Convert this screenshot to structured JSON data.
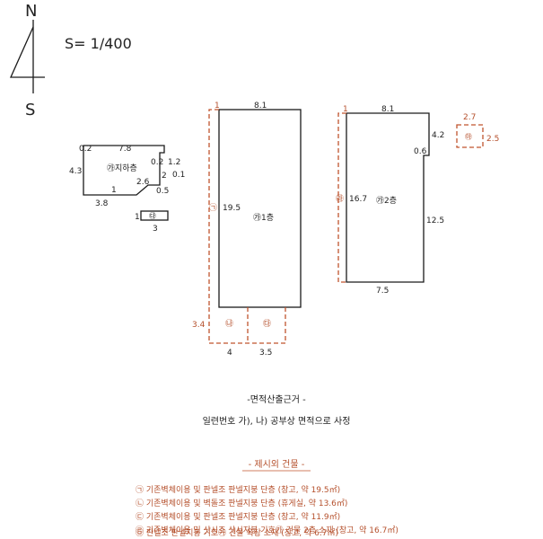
{
  "north": "N",
  "south": "S",
  "scale": "S= 1/400",
  "basement": {
    "label": "㉮지하층",
    "dims": [
      "0.2",
      "7.8",
      "0.2",
      "1.2",
      "4.3",
      "2",
      "0.1",
      "1",
      "2.6",
      "0.5",
      "3.8"
    ]
  },
  "small_block": {
    "label": "㉰",
    "dims": [
      "1",
      "3"
    ]
  },
  "floor1": {
    "label": "㉮1층",
    "dims": [
      "1",
      "8.1",
      "19.5",
      "3.4",
      "4",
      "3.5"
    ],
    "ext_a": "㉯",
    "ext_b": "㉰"
  },
  "floor2": {
    "label": "㉮2층",
    "dims": [
      "1",
      "8.1",
      "4.2",
      "0.6",
      "16.7",
      "12.5",
      "7.5"
    ],
    "ext": "㉱"
  },
  "roof": {
    "label": "㉲",
    "dims": [
      "2.7",
      "2.5"
    ]
  },
  "basis": {
    "title": "-면적산출근거 -",
    "text": "일련번호 가), 나) 공부상 면적으로 사정"
  },
  "excluded": {
    "title": "- 제시외 건물 -",
    "items": [
      "㉠ 기존벽체이용 및 판넬조 판넬지붕 단층 (창고, 약 19.5㎡)",
      "㉡ 기존벽체이용 및 벽돌조 판넬지붕 단층 (휴게실, 약 13.6㎡)",
      "㉢ 기존벽체이용 및 판넬조 판넬지붕 단층 (창고, 약 11.9㎡)",
      "㉣ 기존벽체이용 및 샷시조 샷시지붕 기호㉮ 건물 2층 소재 (창고, 약 16.7㎡)",
      "㉤ 판넬조 판넬지붕 기호㉮ 건물 옥상 소재 (창고, 약 6.7㎡)"
    ]
  }
}
